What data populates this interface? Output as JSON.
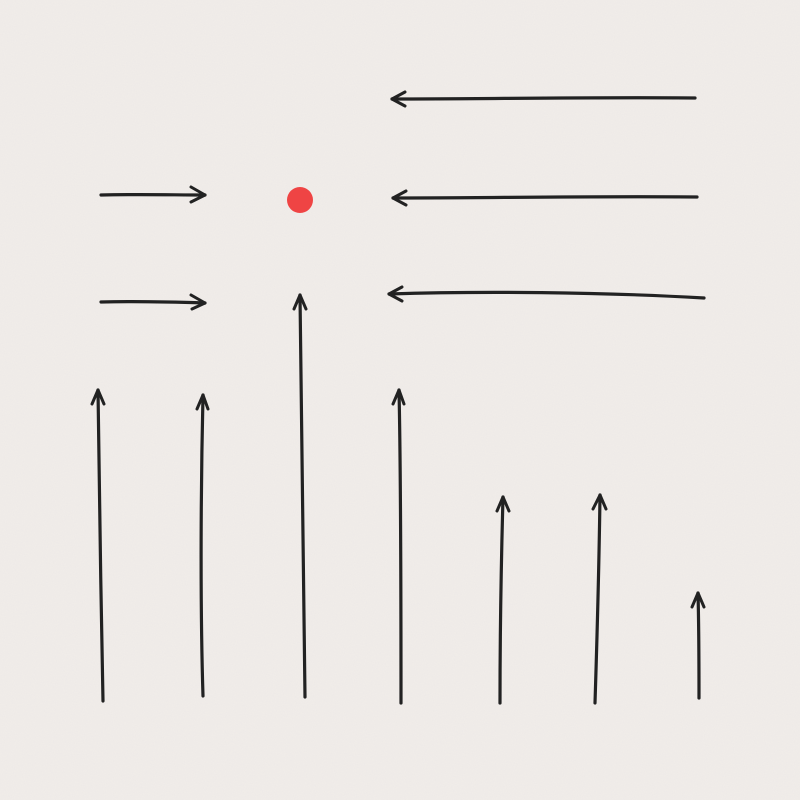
{
  "diagram": {
    "palette": {
      "paper": "#f1edea",
      "ink": "#222222",
      "target": "#ef4444"
    },
    "target": {
      "marker": "red-dot"
    },
    "arrows": {
      "top_left_right_pointing": 2,
      "right_side_left_pointing": 3,
      "bottom_upward": 7
    }
  }
}
